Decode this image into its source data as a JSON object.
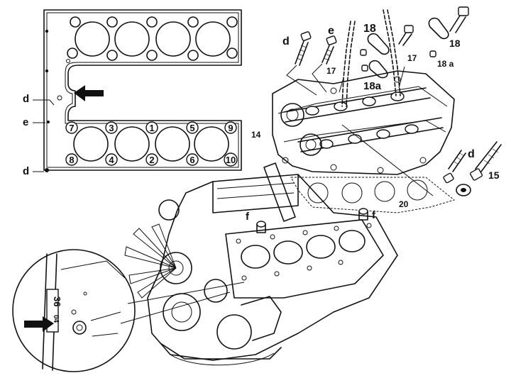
{
  "gasket": {
    "sequence": [
      "7",
      "3",
      "1",
      "5",
      "9",
      "8",
      "4",
      "2",
      "6",
      "10"
    ],
    "side_labels": [
      "d",
      "e",
      "d"
    ]
  },
  "callouts": {
    "d_top": "d",
    "e_top": "e",
    "c18_a": "18",
    "c18_b": "18",
    "c18a_a": "18 a",
    "c18a_b": "18a",
    "c17_a": "17",
    "c17_b": "17",
    "c14": "14",
    "c20": "20",
    "d_right": "d",
    "c15": "15",
    "f_a": "f",
    "f_b": "f"
  },
  "inset": {
    "marking": "36",
    "marking_small": "04"
  }
}
